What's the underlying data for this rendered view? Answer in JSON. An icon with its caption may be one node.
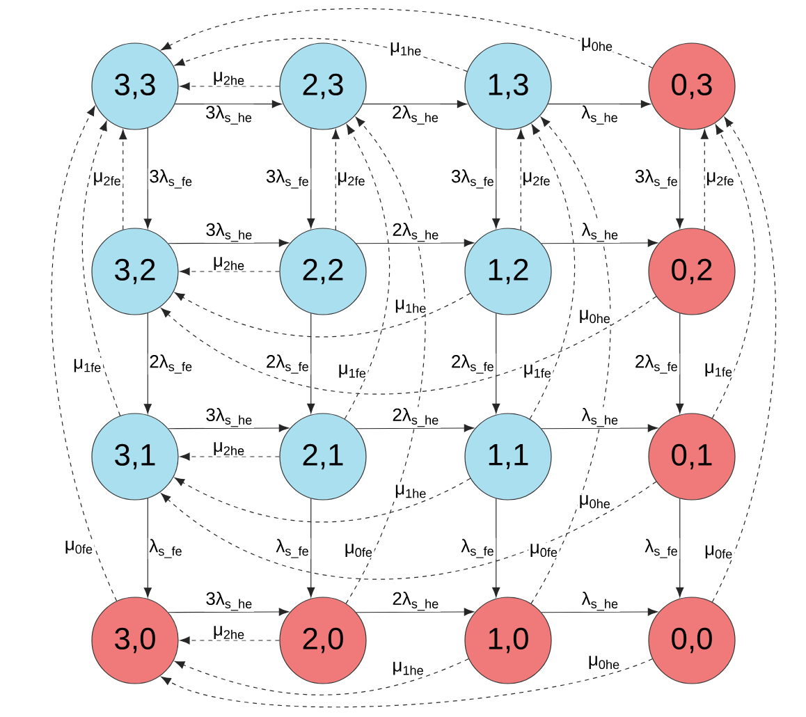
{
  "diagram": {
    "nodes": [
      {
        "text": [
          "3,3"
        ]
      },
      {
        "text": [
          "2,3"
        ]
      },
      {
        "text": [
          "1,3"
        ]
      },
      {
        "text": [
          "0,3"
        ]
      },
      {
        "text": [
          "3,2"
        ]
      },
      {
        "text": [
          "2,2"
        ]
      },
      {
        "text": [
          "1,2"
        ]
      },
      {
        "text": [
          "0,2"
        ]
      },
      {
        "text": [
          "3,1"
        ]
      },
      {
        "text": [
          "2,1"
        ]
      },
      {
        "text": [
          "1,1"
        ]
      },
      {
        "text": [
          "0,1"
        ]
      },
      {
        "text": [
          "3,0"
        ]
      },
      {
        "text": [
          "2,0"
        ]
      },
      {
        "text": [
          "1,0"
        ]
      },
      {
        "text": [
          "0,0"
        ]
      }
    ],
    "edges": [
      {
        "from": 0,
        "to": 1,
        "arrow": "to",
        "label": "3λ$_{s_he}$"
      },
      {
        "from": 1,
        "to": 2,
        "arrow": "to",
        "label": "2λ$_{s_he}$"
      },
      {
        "from": 2,
        "to": 3,
        "arrow": "to",
        "label": "λ$_{s_he}$"
      },
      {
        "from": 1,
        "to": 0,
        "arrow": "to",
        "style": "dashed",
        "label": "μ$_{2he}$"
      },
      {
        "from": 2,
        "to": 0,
        "arrow": "to",
        "style": "dashed",
        "label": "μ$_{1he}$"
      },
      {
        "from": 3,
        "to": 0,
        "arrow": "to",
        "style": "dashed",
        "label": "μ$_{0he}$"
      },
      {
        "from": 4,
        "to": 5,
        "arrow": "to",
        "label": "3λ$_{s_he}$"
      },
      {
        "from": 5,
        "to": 6,
        "arrow": "to",
        "label": "2λ$_{s_he}$"
      },
      {
        "from": 6,
        "to": 7,
        "arrow": "to",
        "label": "λ$_{s_he}$"
      },
      {
        "from": 5,
        "to": 4,
        "arrow": "to",
        "style": "dashed",
        "label": "μ$_{2he}$"
      },
      {
        "from": 6,
        "to": 4,
        "arrow": "to",
        "style": "dashed",
        "label": "μ$_{1he}$"
      },
      {
        "from": 7,
        "to": 4,
        "arrow": "to",
        "style": "dashed",
        "label": "μ$_{0he}$"
      },
      {
        "from": 8,
        "to": 9,
        "arrow": "to",
        "label": "3λ$_{s_he}$"
      },
      {
        "from": 9,
        "to": 10,
        "arrow": "to",
        "label": "2λ$_{s_he}$"
      },
      {
        "from": 10,
        "to": 11,
        "arrow": "to",
        "label": "λ$_{s_he}$"
      },
      {
        "from": 9,
        "to": 8,
        "arrow": "to",
        "style": "dashed",
        "label": "μ$_{2he}$"
      },
      {
        "from": 10,
        "to": 8,
        "arrow": "to",
        "style": "dashed",
        "label": "μ$_{1he}$"
      },
      {
        "from": 11,
        "to": 8,
        "arrow": "to",
        "style": "dashed",
        "label": "μ$_{0he}$"
      },
      {
        "from": 12,
        "to": 13,
        "arrow": "to",
        "label": "3λ$_{s_he}$"
      },
      {
        "from": 13,
        "to": 14,
        "arrow": "to",
        "label": "2λ$_{s_he}$"
      },
      {
        "from": 14,
        "to": 15,
        "arrow": "to",
        "label": "λ$_{s_he}$"
      },
      {
        "from": 13,
        "to": 12,
        "arrow": "to",
        "style": "dashed",
        "label": "μ$_{2he}$"
      },
      {
        "from": 14,
        "to": 12,
        "arrow": "to",
        "style": "dashed",
        "label": "μ$_{1he}$"
      },
      {
        "from": 15,
        "to": 12,
        "arrow": "to",
        "style": "dashed",
        "label": "μ$_{0he}$"
      },
      {
        "from": 0,
        "to": 4,
        "arrow": "to",
        "label": "3λ$_{s_fe}$"
      },
      {
        "from": 4,
        "to": 8,
        "arrow": "to",
        "label": "2λ$_{s_fe}$"
      },
      {
        "from": 8,
        "to": 12,
        "arrow": "to",
        "label": "λ$_{s_fe}$"
      },
      {
        "from": 4,
        "to": 0,
        "arrow": "to",
        "style": "dashed",
        "label": "μ$_{2fe}$"
      },
      {
        "from": 8,
        "to": 0,
        "arrow": "to",
        "style": "dashed",
        "label": "μ$_{1fe}$"
      },
      {
        "from": 12,
        "to": 0,
        "arrow": "to",
        "style": "dashed",
        "label": "μ$_{0fe}$"
      },
      {
        "from": 1,
        "to": 5,
        "arrow": "to",
        "label": "3λ$_{s_fe}$"
      },
      {
        "from": 5,
        "to": 9,
        "arrow": "to",
        "label": "2λ$_{s_fe}$"
      },
      {
        "from": 9,
        "to": 13,
        "arrow": "to",
        "label": "λ$_{s_fe}$"
      },
      {
        "from": 5,
        "to": 1,
        "arrow": "to",
        "style": "dashed",
        "label": "μ$_{2fe}$"
      },
      {
        "from": 9,
        "to": 1,
        "arrow": "to",
        "style": "dashed",
        "label": "μ$_{1fe}$"
      },
      {
        "from": 13,
        "to": 1,
        "arrow": "to",
        "style": "dashed",
        "label": "μ$_{0fe}$"
      },
      {
        "from": 2,
        "to": 6,
        "arrow": "to",
        "label": "3λ$_{s_fe}$"
      },
      {
        "from": 6,
        "to": 10,
        "arrow": "to",
        "label": "2λ$_{s_fe}$"
      },
      {
        "from": 10,
        "to": 14,
        "arrow": "to",
        "label": "λ$_{s_fe}$"
      },
      {
        "from": 6,
        "to": 2,
        "arrow": "to",
        "style": "dashed",
        "label": "μ$_{2fe}$"
      },
      {
        "from": 10,
        "to": 2,
        "arrow": "to",
        "style": "dashed",
        "label": "μ$_{1fe}$"
      },
      {
        "from": 14,
        "to": 2,
        "arrow": "to",
        "style": "dashed",
        "label": "μ$_{0fe}$"
      },
      {
        "from": 3,
        "to": 7,
        "arrow": "to",
        "label": "3λ$_{s_fe}$"
      },
      {
        "from": 7,
        "to": 11,
        "arrow": "to",
        "label": "2λ$_{s_fe}$"
      },
      {
        "from": 11,
        "to": 15,
        "arrow": "to",
        "label": "λ$_{s_fe}$"
      },
      {
        "from": 7,
        "to": 3,
        "arrow": "to",
        "style": "dashed",
        "label": "μ$_{2fe}$"
      },
      {
        "from": 11,
        "to": 3,
        "arrow": "to",
        "style": "dashed",
        "label": "μ$_{1fe}$"
      },
      {
        "from": 15,
        "to": 3,
        "arrow": "to",
        "style": "dashed",
        "label": "μ$_{0fe}$"
      }
    ]
  }
}
